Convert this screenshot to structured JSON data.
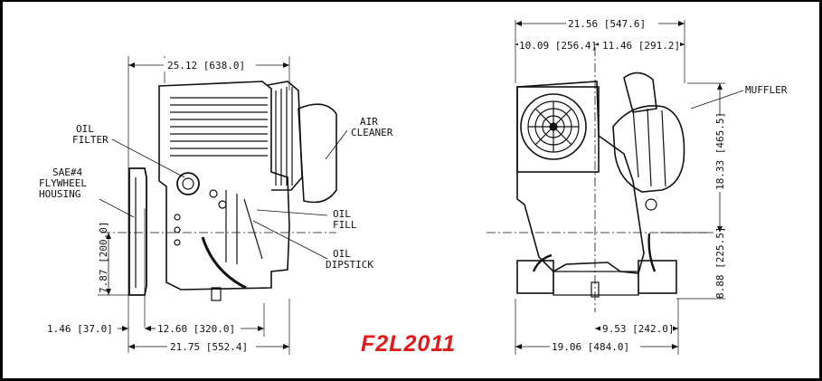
{
  "model": {
    "text": "F2L2011",
    "color": "#e21a1a"
  },
  "side_view": {
    "dims": {
      "overall_length": "25.12 [638.0]",
      "crank_height": "7.87 [200.0]",
      "flange_offset": "1.46 [37.0]",
      "base_length": "12.60 [320.0]",
      "total_base": "21.75 [552.4]"
    },
    "callouts": {
      "oil_filter_1": "OIL",
      "oil_filter_2": "FILTER",
      "air_cleaner_1": "AIR",
      "air_cleaner_2": "CLEANER",
      "flywheel_1": "SAE#4",
      "flywheel_2": "FLYWHEEL",
      "flywheel_3": "HOUSING",
      "oil_fill_1": "OIL",
      "oil_fill_2": "FILL",
      "dipstick_1": "OIL",
      "dipstick_2": "DIPSTICK"
    }
  },
  "front_view": {
    "dims": {
      "overall_width": "21.56 [547.6]",
      "left_half": "10.09 [256.4]",
      "right_half": "11.46 [291.2]",
      "upper_height": "18.33 [465.5]",
      "lower_height": "8.88 [225.5]",
      "mount_offset": "9.53 [242.0]",
      "mount_width": "19.06 [484.0]"
    },
    "callouts": {
      "muffler": "MUFFLER"
    }
  }
}
